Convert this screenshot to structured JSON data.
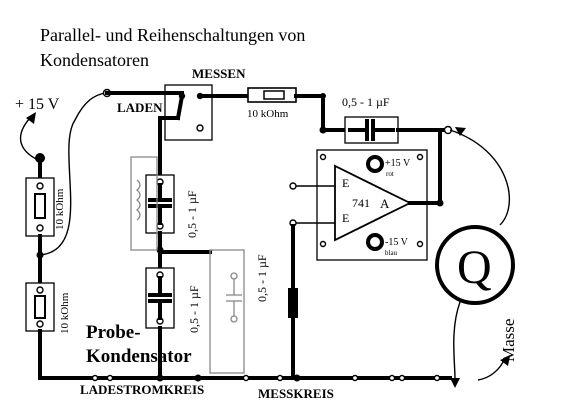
{
  "title_line1": "Parallel- und Reihenschaltungen von",
  "title_line2": "Kondensatoren",
  "supply_label": "+ 15 V",
  "switch": {
    "laden": "LADEN",
    "messen": "MESSEN"
  },
  "resistors": {
    "series_top": "10 kOhm",
    "left_upper": "10 kOhm",
    "left_lower": "10 kOhm"
  },
  "capacitors": {
    "feedback": "0,5 - 1 µF",
    "middle_upper": "0,5 - 1 µF",
    "middle_lower": "0,5 - 1 µF",
    "probe": "0,5 - 1 µF"
  },
  "opamp": {
    "model": "741",
    "output": "A",
    "input_top": "E",
    "input_bottom": "E",
    "plus_supply": "+15 V",
    "plus_color": "rot",
    "minus_supply": "-15 V",
    "minus_color": "blau"
  },
  "probe_label_line1": "Probe-",
  "probe_label_line2": "Kondensator",
  "circuit_labels": {
    "charging": "LADESTROMKREIS",
    "measuring": "MESSKREIS"
  },
  "meter_symbol": "Q",
  "ground_label": "Masse"
}
